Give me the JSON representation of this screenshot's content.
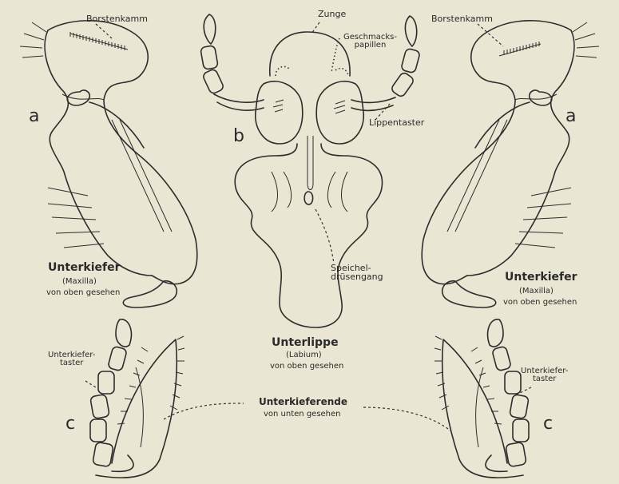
{
  "labels": {
    "borstenkamm_left": "Borstenkamm",
    "borstenkamm_right": "Borstenkamm",
    "zunge": "Zunge",
    "geschmackspapillen": "Geschmacks-\npapillen",
    "lippentaster": "Lippentaster",
    "letter_a": "a",
    "letter_b": "b",
    "letter_c": "c",
    "speicheldruesengang": "Speichel-\ndrüsengang",
    "unterkiefer_left_title": "Unterkiefer",
    "unterkiefer_left_sub1": "(Maxilla)",
    "unterkiefer_left_sub2": "von oben gesehen",
    "unterkiefer_right_title": "Unterkiefer",
    "unterkiefer_right_sub1": "(Maxilla)",
    "unterkiefer_right_sub2": "von oben gesehen",
    "unterlippe_title": "Unterlippe",
    "unterlippe_sub1": "(Labium)",
    "unterlippe_sub2": "von oben gesehen",
    "unterkiefertaster_left": "Unterkiefer-\ntaster",
    "unterkiefertaster_right": "Unterkiefer-\ntaster",
    "unterkieferende_title": "Unterkieferende",
    "unterkieferende_sub": "von unten gesehen"
  }
}
